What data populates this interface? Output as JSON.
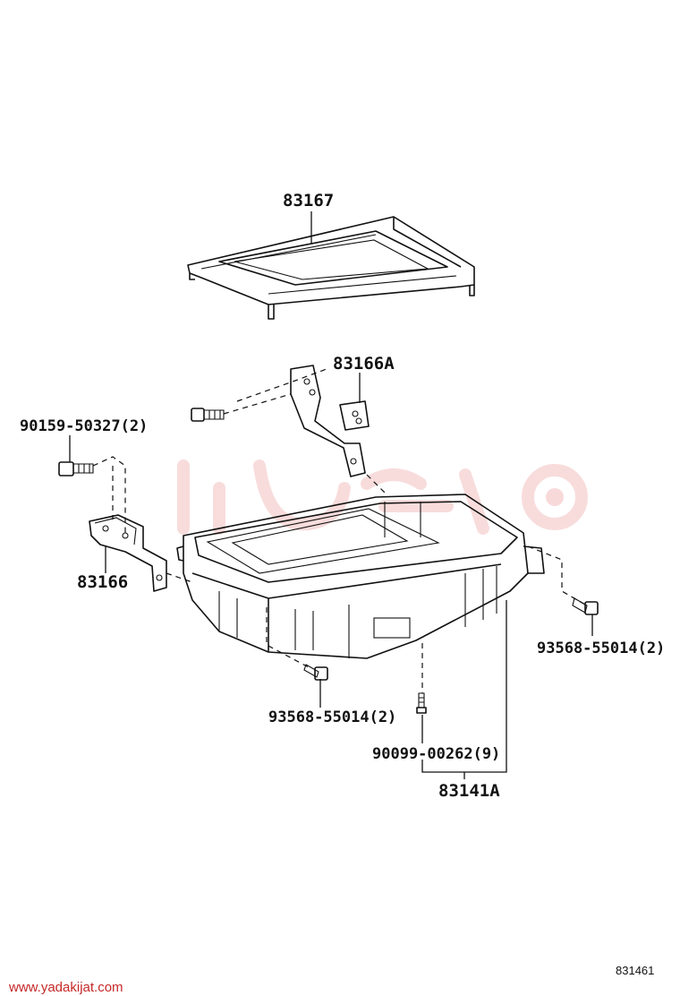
{
  "labels": {
    "frame_top": "83167",
    "bracket_a": "83166A",
    "bolt_left": "90159-50327(2)",
    "bracket_left": "83166",
    "screw_right": "93568-55014(2)",
    "screw_bottom": "93568-55014(2)",
    "screw_center": "90099-00262(9)",
    "housing": "83141A"
  },
  "footer": {
    "website": "www.yadakijat.com",
    "diagram_code": "831461"
  },
  "colors": {
    "line": "#111111",
    "watermark_text": "#c62828",
    "watermark_logo": "#f3c0c0"
  }
}
